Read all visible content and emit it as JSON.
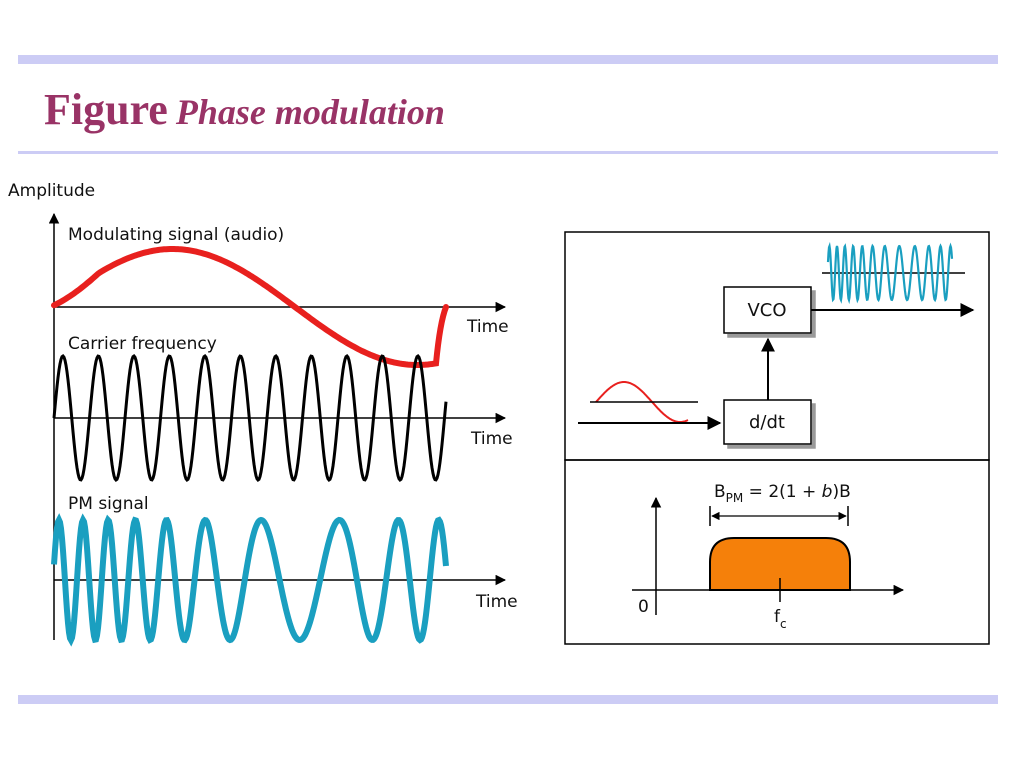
{
  "slide": {
    "title_word": "Figure",
    "title_italic": "Phase modulation"
  },
  "left_plot": {
    "y_axis_label": "Amplitude",
    "x_axis_label": "Time",
    "panels": [
      {
        "label": "Modulating signal (audio)",
        "color": "#e8201e"
      },
      {
        "label": "Carrier frequency",
        "color": "#000000"
      },
      {
        "label": "PM signal",
        "color": "#1a9fc0"
      }
    ]
  },
  "block_diagram": {
    "vco_label": "VCO",
    "ddt_label": "d/dt",
    "input_color": "#e8201e",
    "output_color": "#1a9fc0"
  },
  "spectrum": {
    "bandwidth_main": "B",
    "bandwidth_sub": "PM",
    "bandwidth_eq": " = 2(1 + ",
    "bandwidth_b": "b",
    "bandwidth_tail": ")B",
    "origin_label": "0",
    "fc_main": "f",
    "fc_sub": "c",
    "fill_color": "#f5800a"
  }
}
